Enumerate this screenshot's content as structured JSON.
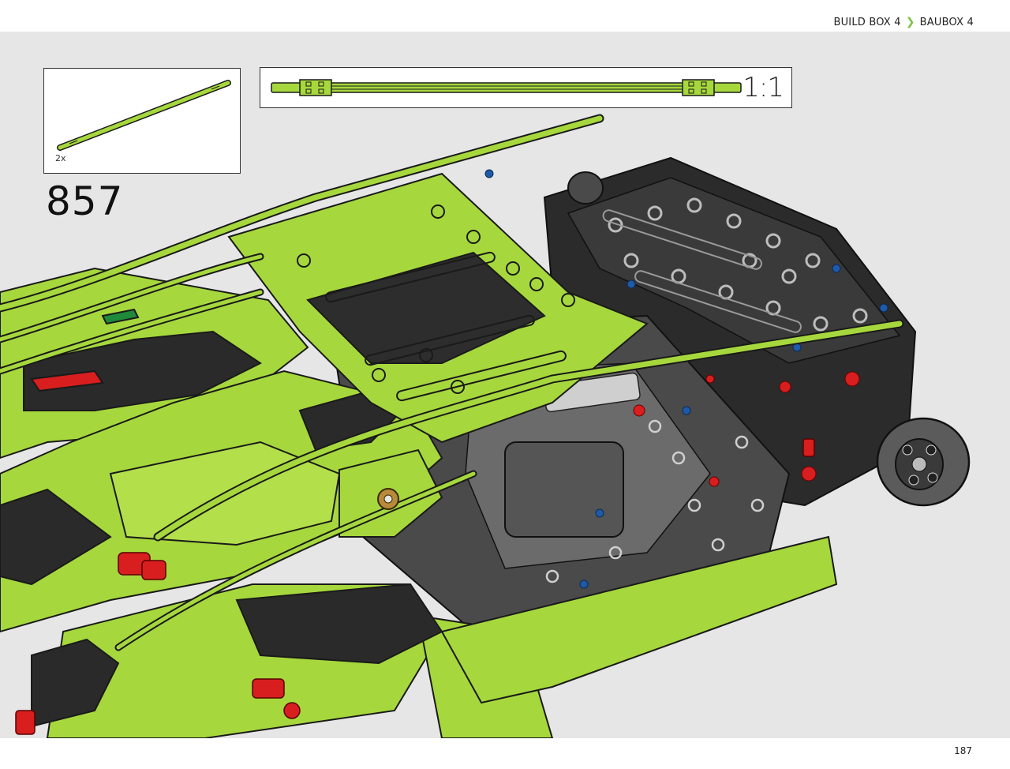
{
  "header": {
    "build_box_en": "BUILD BOX 4",
    "build_box_de": "BAUBOX 4",
    "separator_icon": "chevron-right-icon"
  },
  "parts": {
    "quantity": "2x",
    "part_color": "#9ed13a",
    "part_icon": "axle-tube-icon"
  },
  "scale": {
    "label": "1:1"
  },
  "step": {
    "number": "857"
  },
  "page": {
    "number": "187"
  },
  "colors": {
    "lime": "#a6d83d",
    "lime_dark": "#7fae22",
    "black_part": "#2a2a2a",
    "red_part": "#d81e1e",
    "blue_pin": "#1e5aa8",
    "background": "#e6e6e6",
    "accent": "#7dc142"
  }
}
